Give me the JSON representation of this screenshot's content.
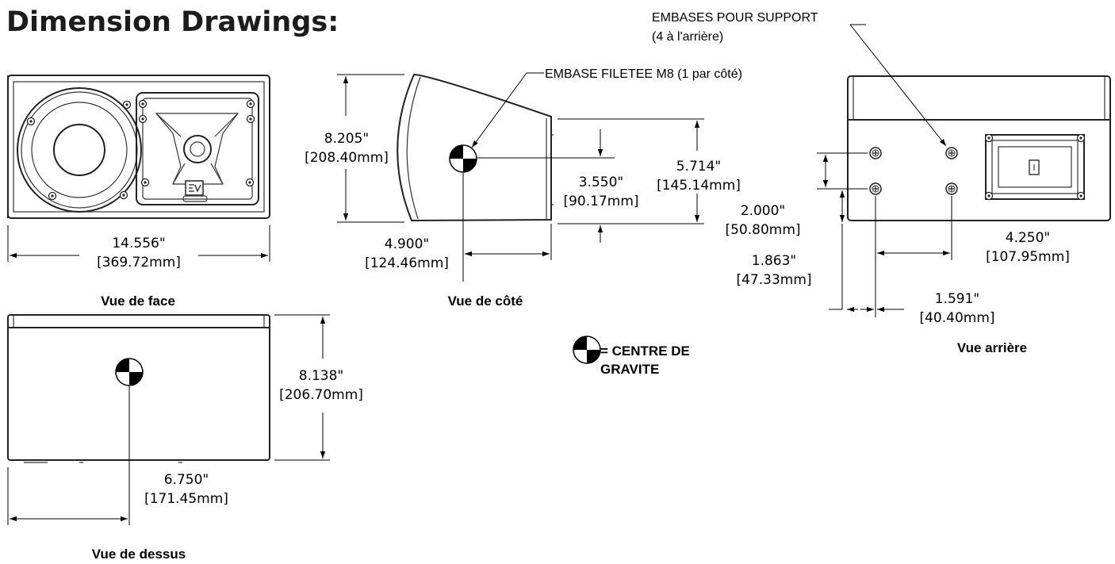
{
  "title": "Dimension Drawings:",
  "views": {
    "front": {
      "caption": "Vue de face",
      "width_in": "14.556\"",
      "width_mm": "[369.72mm]"
    },
    "side": {
      "caption": "Vue de côté",
      "height_in": "8.205\"",
      "height_mm": "[208.40mm]",
      "rear_height_in": "5.714\"",
      "rear_height_mm": "[145.14mm]",
      "cg_height_in": "3.550\"",
      "cg_height_mm": "[90.17mm]",
      "cg_depth_in": "4.900\"",
      "cg_depth_mm": "[124.46mm]",
      "callout_thread": "EMBASE FILETEE M8 (1 par côté)"
    },
    "rear": {
      "caption": "Vue arrière",
      "callout_mount_line1": "EMBASES POUR SUPPORT",
      "callout_mount_line2": "(4 à l'arrière)",
      "vert_spacing_in": "2.000\"",
      "vert_spacing_mm": "[50.80mm]",
      "bottom_offset_in": "1.863\"",
      "bottom_offset_mm": "[47.33mm]",
      "horiz_spacing_in": "4.250\"",
      "horiz_spacing_mm": "[107.95mm]",
      "side_offset_in": "1.591\"",
      "side_offset_mm": "[40.40mm]"
    },
    "top": {
      "caption": "Vue de dessus",
      "depth_in": "8.138\"",
      "depth_mm": "[206.70mm]",
      "cg_offset_in": "6.750\"",
      "cg_offset_mm": "[171.45mm]"
    }
  },
  "legend": {
    "line1": "= CENTRE DE",
    "line2": "GRAVITE"
  }
}
